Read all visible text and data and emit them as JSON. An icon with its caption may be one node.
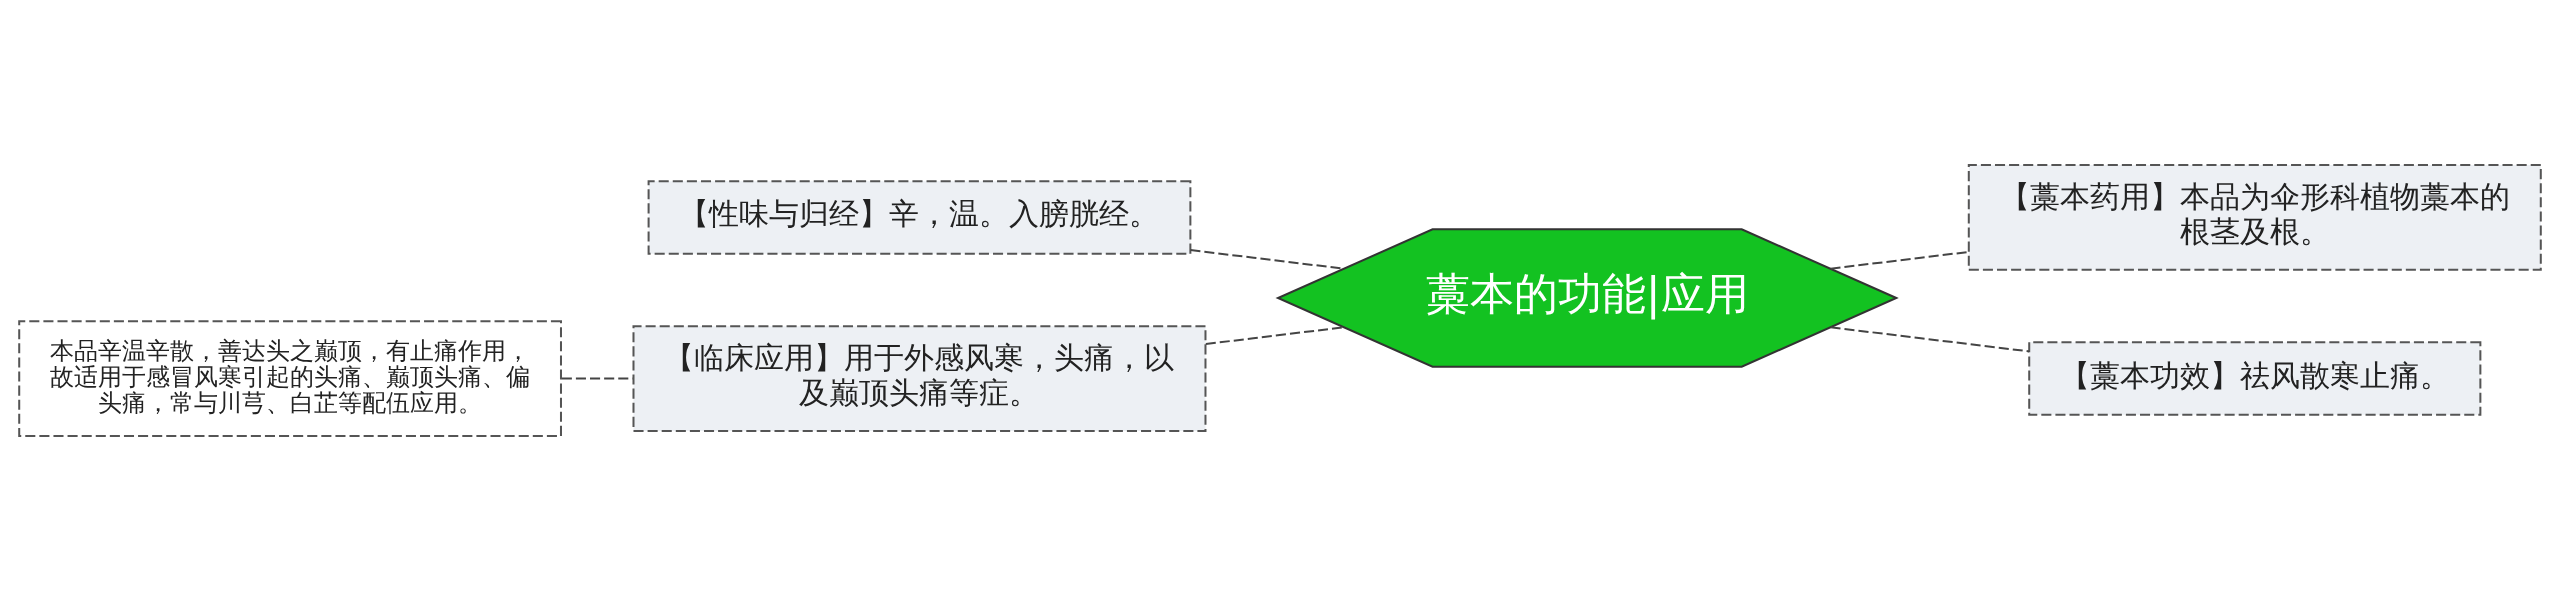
{
  "diagram": {
    "nodes": [
      {
        "text": [
          "藁本的功能|应用"
        ]
      },
      {
        "text": [
          "【性味与归经】辛，温。入膀胱经。"
        ]
      },
      {
        "text": [
          "【临床应用】用于外感风寒，头痛，以及巅顶头痛等症。"
        ]
      },
      {
        "text": [
          "本品辛温辛散，善达头之巅顶，有止痛作用，故适用于感冒风寒引起的头痛、巅顶头痛、偏头痛，常与川芎、白芷等配伍应用。"
        ]
      },
      {
        "text": [
          "【藁本药用】本品为伞形科植物藁本的根茎及根。"
        ]
      },
      {
        "text": [
          "【藁本功效】祛风散寒止痛。"
        ]
      }
    ],
    "edges": [
      {
        "from": 0,
        "to": 1,
        "arrow": "none",
        "style": "dashed"
      },
      {
        "from": 0,
        "to": 2,
        "arrow": "none",
        "style": "dashed"
      },
      {
        "from": 2,
        "to": 3,
        "arrow": "none",
        "style": "dashed"
      },
      {
        "from": 0,
        "to": 4,
        "arrow": "none",
        "style": "dashed"
      },
      {
        "from": 0,
        "to": 5,
        "arrow": "none",
        "style": "dashed"
      }
    ]
  }
}
